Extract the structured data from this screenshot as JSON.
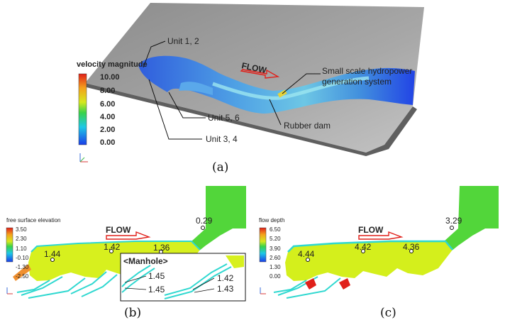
{
  "panel_a": {
    "caption": "(a)",
    "legend_title": "velocity magnitude",
    "ticks": [
      "10.00",
      "8.00",
      "6.00",
      "4.00",
      "2.00",
      "0.00"
    ],
    "flow_label": "FLOW",
    "annotations": {
      "unit12": "Unit 1, 2",
      "unit56": "Unit 5, 6",
      "unit34": "Unit 3, 4",
      "hydro_line1": "Small scale hydropower",
      "hydro_line2": "generation system",
      "rubber_dam": "Rubber dam"
    }
  },
  "panel_b": {
    "caption": "(b)",
    "legend_title": "free surface elevation",
    "ticks": [
      "3.50",
      "2.30",
      "1.10",
      "-0.10",
      "-1.30",
      "-2.50"
    ],
    "flow_label": "FLOW",
    "points": [
      "1.44",
      "1.42",
      "1.36",
      "0.29"
    ],
    "inset_title": "<Manhole>",
    "inset_values": [
      "1.45",
      "1.45",
      "1.42",
      "1.43"
    ]
  },
  "panel_c": {
    "caption": "(c)",
    "legend_title": "flow depth",
    "ticks": [
      "6.50",
      "5.20",
      "3.90",
      "2.60",
      "1.30",
      "0.00"
    ],
    "flow_label": "FLOW",
    "points": [
      "4.44",
      "4.42",
      "4.36",
      "3.29"
    ]
  },
  "colors": {
    "scale_top": "#e0201a",
    "scale_mid": "#38d24a",
    "scale_bottom": "#1a3ee8",
    "channel_b": "#d7f01e",
    "channel_c": "#d4ef1c",
    "upstream_green": "#52d63a",
    "pipe_cyan": "#2fd8d0",
    "ground_gray": "#9a9a9a"
  }
}
